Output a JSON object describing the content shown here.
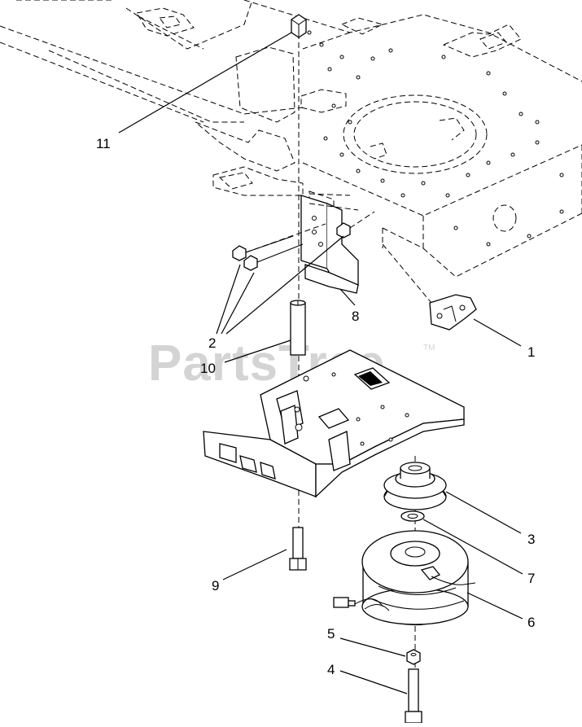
{
  "diagram": {
    "watermark": "PartsTree",
    "watermark_tm": "TM",
    "callouts": {
      "c1": "1",
      "c2": "2",
      "c3": "3",
      "c4": "4",
      "c5": "5",
      "c6": "6",
      "c7": "7",
      "c8": "8",
      "c9": "9",
      "c10": "10",
      "c11": "11"
    }
  }
}
